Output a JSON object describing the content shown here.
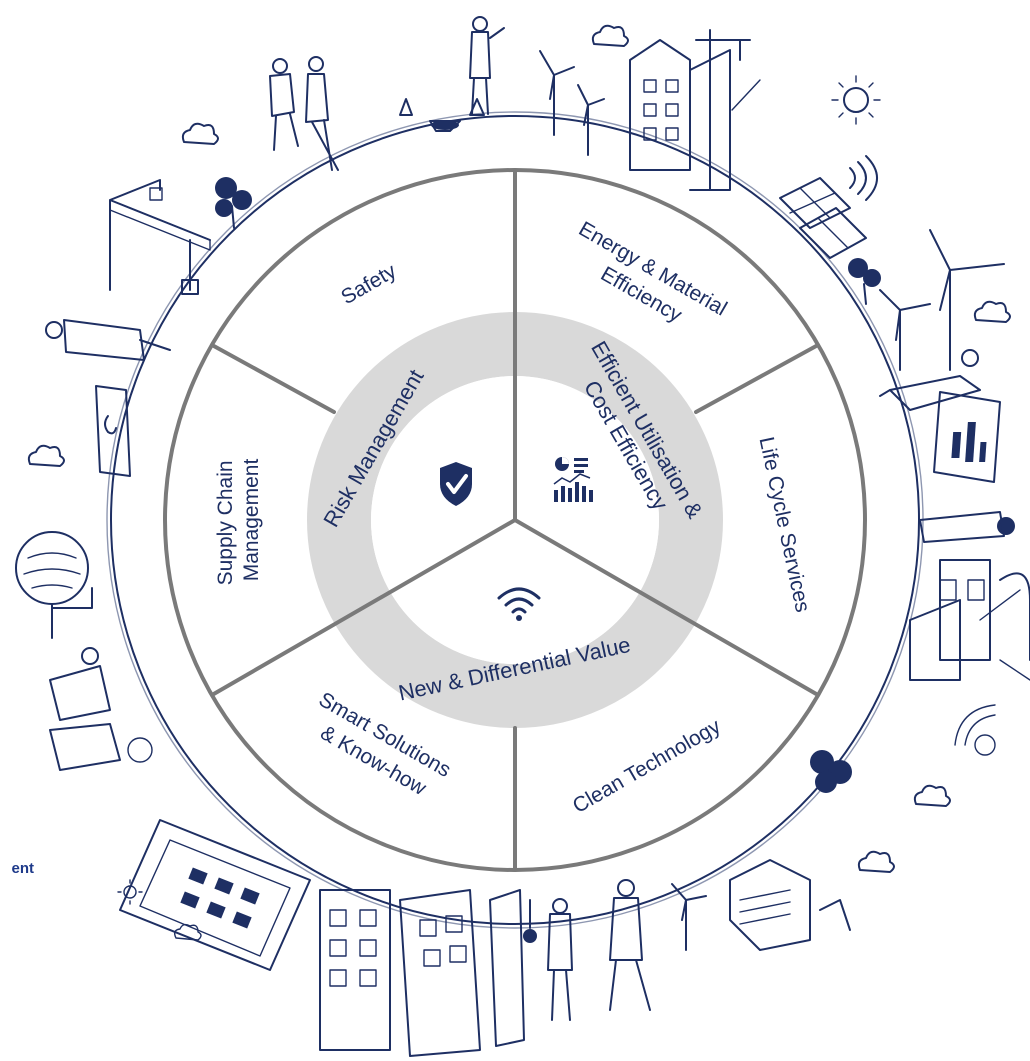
{
  "diagram": {
    "center_sectors": [
      {
        "id": "risk",
        "lines": [
          "Risk Management"
        ],
        "icon": "shield-check-icon"
      },
      {
        "id": "efficiency",
        "lines": [
          "Efficient Utilisation &",
          "Cost Efficiency"
        ],
        "icon": "analytics-chart-icon"
      },
      {
        "id": "value",
        "lines": [
          "New & Differential Value"
        ],
        "icon": "wifi-icon"
      }
    ],
    "outer_segments": [
      {
        "id": "safety",
        "lines": [
          "Safety"
        ]
      },
      {
        "id": "energy",
        "lines": [
          "Energy & Material",
          "Efficiency"
        ]
      },
      {
        "id": "lifecycle",
        "lines": [
          "Life Cycle Services"
        ]
      },
      {
        "id": "clean",
        "lines": [
          "Clean Technology"
        ]
      },
      {
        "id": "smart",
        "lines": [
          "Smart Solutions",
          "& Know-how"
        ]
      },
      {
        "id": "supply",
        "lines": [
          "Supply Chain",
          "Management"
        ]
      }
    ],
    "side_label": "ent",
    "colors": {
      "navy": "#1e2f63",
      "ring_gray": "#d9d9d9",
      "divider_gray": "#7a7a7a",
      "label_blue": "#1e3a8a"
    },
    "illustration_icons": [
      "wind-turbine-icon",
      "crane-icon",
      "tree-icon",
      "cloud-icon",
      "sun-icon",
      "solar-panel-icon",
      "building-icon",
      "worker-icon",
      "car-icon",
      "tablet-icon",
      "factory-icon",
      "satellite-dish-icon",
      "boat-icon",
      "signal-icon"
    ]
  }
}
